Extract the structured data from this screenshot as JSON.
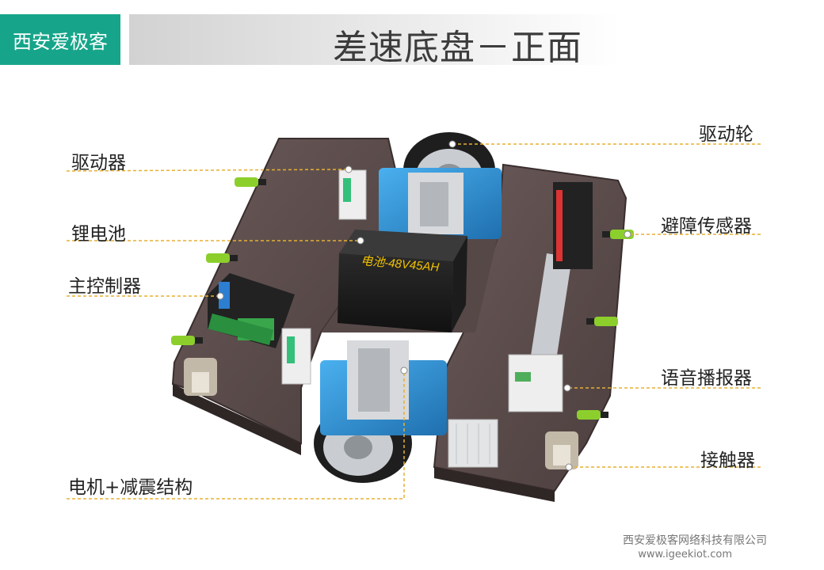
{
  "header": {
    "brand": "西安爱极客",
    "title": "差速底盘－正面"
  },
  "labels": {
    "driver": "驱动器",
    "battery": "锂电池",
    "controller": "主控制器",
    "motor": "电机+减震结构",
    "wheel": "驱动轮",
    "obstacle_sensor": "避障传感器",
    "voice": "语音播报器",
    "contactor": "接触器"
  },
  "battery_text": "电池-48V45AH",
  "colors": {
    "brand": "#16a58a",
    "leader_line": "#e6b032",
    "plate": "#5a4a4a",
    "accent_green": "#8ccf2d",
    "motor_blue": "#2f8ed1"
  },
  "footer": {
    "company": "西安爱极客网络科技有限公司",
    "website": "www.igeekiot.com"
  }
}
